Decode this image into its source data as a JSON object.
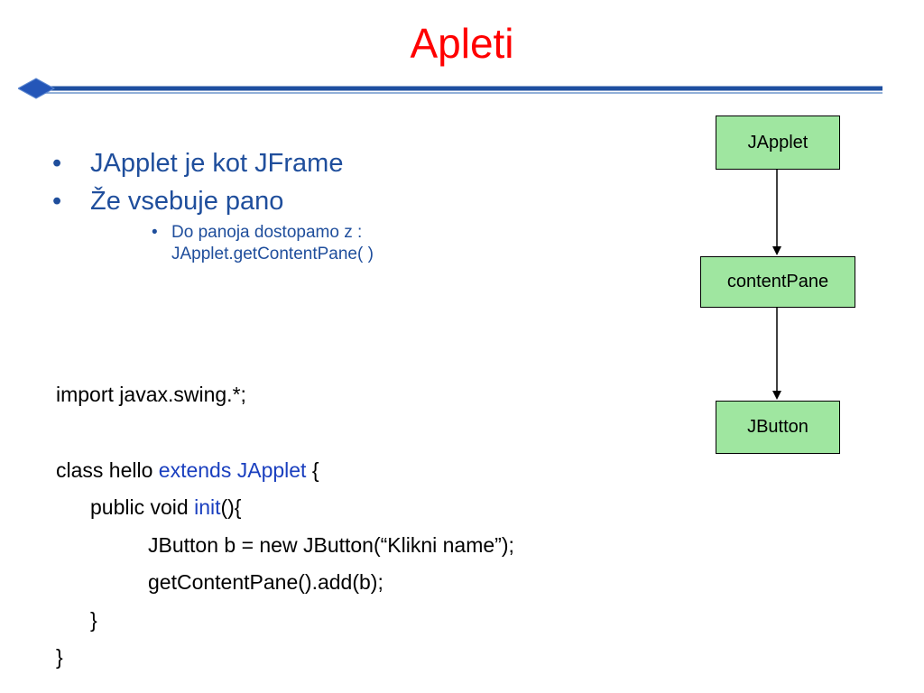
{
  "slide": {
    "title": "Apleti"
  },
  "bullets": [
    {
      "marker": "•",
      "text": "JApplet je kot JFrame"
    },
    {
      "marker": "•",
      "text": "Že vsebuje pano"
    }
  ],
  "sub_bullet": {
    "marker": "•",
    "lines": [
      "Do panoja dostopamo z :",
      "JApplet.getContentPane( )"
    ]
  },
  "code": {
    "line1": "import javax.swing.*;",
    "line2_a": "class hello ",
    "line2_kw": "extends JApplet",
    "line2_b": " {",
    "line3_a": "public void ",
    "line3_kw": "init",
    "line3_b": "(){",
    "line4": "JButton b = new JButton(“Klikni name”);",
    "line5": "getContentPane().add(b);",
    "line6": "}",
    "line7": "}"
  },
  "diagram": {
    "nodes": [
      "JApplet",
      "contentPane",
      "JButton"
    ]
  },
  "colors": {
    "title": "#ff0000",
    "bullet_text": "#1f4e9c",
    "keyword": "#1a3fbf",
    "box_fill": "#9fe6a0",
    "rule": "#1e4fa0"
  }
}
